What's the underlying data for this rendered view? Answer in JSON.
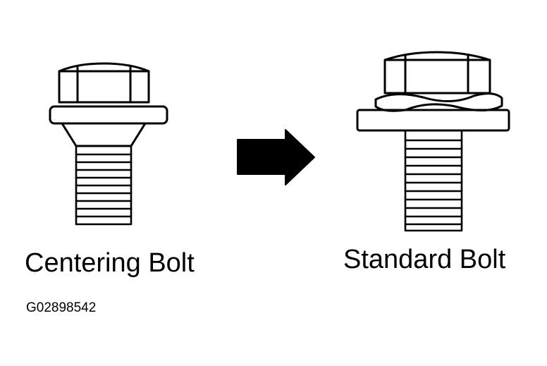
{
  "figure": {
    "left_label": "Centering Bolt",
    "right_label": "Standard Bolt",
    "figure_id": "G02898542"
  },
  "colors": {
    "ink": "#000000",
    "paper": "#ffffff"
  }
}
